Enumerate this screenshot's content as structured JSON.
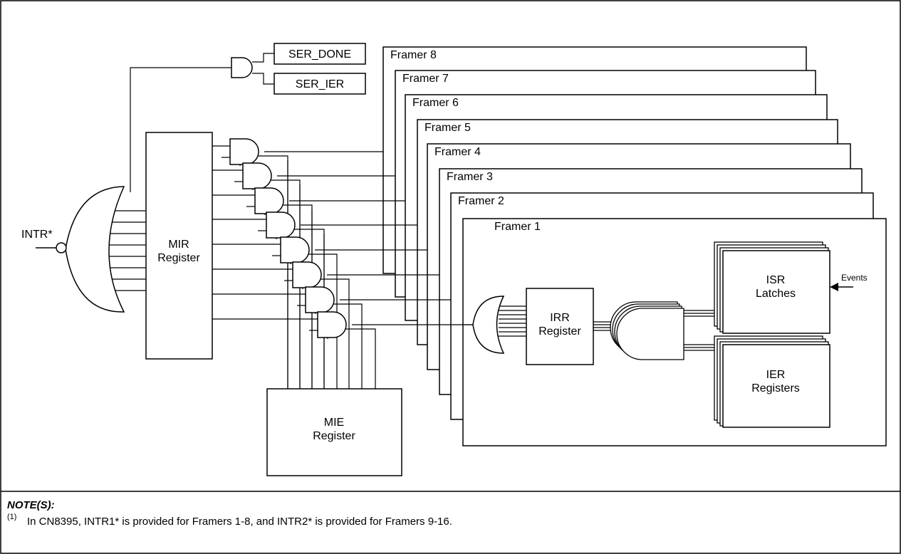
{
  "diagram": {
    "framers": [
      "Framer 8",
      "Framer 7",
      "Framer 6",
      "Framer 5",
      "Framer 4",
      "Framer 3",
      "Framer 2",
      "Framer 1"
    ],
    "ser_done": "SER_DONE",
    "ser_ier": "SER_IER",
    "intr": "INTR*",
    "mir": [
      "MIR",
      "Register"
    ],
    "mie": [
      "MIE",
      "Register"
    ],
    "irr": [
      "IRR",
      "Register"
    ],
    "isr": [
      "ISR",
      "Latches"
    ],
    "ier": [
      "IER",
      "Registers"
    ],
    "events": "Events"
  },
  "notes": {
    "heading": "NOTE(S):",
    "marker": "(1)",
    "text": "In CN8395, INTR1* is provided for Framers 1-8, and INTR2* is provided for Framers 9-16."
  }
}
